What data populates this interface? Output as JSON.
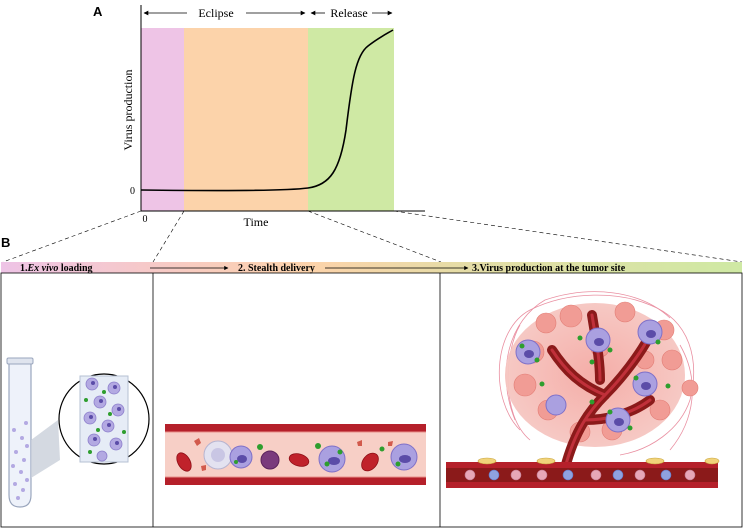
{
  "panel_a": {
    "letter": "A",
    "phase_eclipse": "Eclipse",
    "phase_release": "Release",
    "ylabel": "Virus production",
    "xlabel": "Time",
    "y_zero_tick": "0",
    "x_zero_tick": "0"
  },
  "panel_b": {
    "letter": "B",
    "step1_number": "1.",
    "step1_italic": "Ex vivo",
    "step1_rest": " loading",
    "step2": "2. Stealth delivery",
    "step3": "3.Virus production at the tumor site"
  },
  "colors": {
    "pink": "#eec4e6",
    "orange": "#fcd3aa",
    "green": "#cfe9a4",
    "vessel_dark": "#8b1a1a",
    "vessel_wall": "#b5202a",
    "virus": "#2e9e2e",
    "cell_purple": "#9e8fd6"
  }
}
